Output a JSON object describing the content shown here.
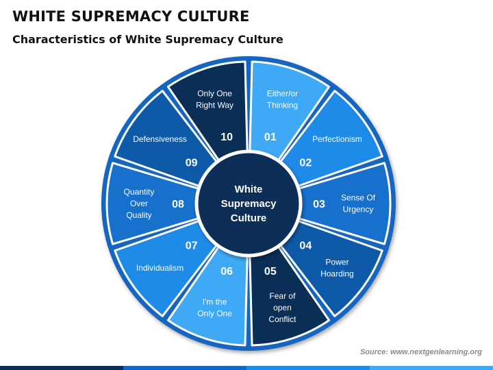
{
  "header": {
    "title": "WHITE SUPREMACY CULTURE",
    "subtitle": "Characteristics of White Supremacy Culture"
  },
  "diagram": {
    "center_label": [
      "White",
      "Supremacy",
      "Culture"
    ],
    "segments": [
      {
        "number": "01",
        "label": [
          "Either/or",
          "Thinking"
        ],
        "color": "#3fa9f5"
      },
      {
        "number": "02",
        "label": [
          "Perfectionism"
        ],
        "color": "#1f8be8"
      },
      {
        "number": "03",
        "label": [
          "Sense Of",
          "Urgency"
        ],
        "color": "#1670cc"
      },
      {
        "number": "04",
        "label": [
          "Power",
          "Hoarding"
        ],
        "color": "#0f5aa8"
      },
      {
        "number": "05",
        "label": [
          "Fear of",
          "open",
          "Conflict"
        ],
        "color": "#0b2e57"
      },
      {
        "number": "06",
        "label": [
          "I'm the",
          "Only One"
        ],
        "color": "#3fa9f5"
      },
      {
        "number": "07",
        "label": [
          "Individualism"
        ],
        "color": "#1f8be8"
      },
      {
        "number": "08",
        "label": [
          "Quantity",
          "Over",
          "Quality"
        ],
        "color": "#1670cc"
      },
      {
        "number": "09",
        "label": [
          "Defensiveness"
        ],
        "color": "#0f5aa8"
      },
      {
        "number": "10",
        "label": [
          "Only One",
          "Right Way"
        ],
        "color": "#0b2e57"
      }
    ]
  },
  "source": "Source: www.nextgenlearning.org",
  "colors": {
    "outer_ring": "#1565c0",
    "center": "#0b2e57",
    "footer": [
      "#0b2e57",
      "#1565c0",
      "#1f8be8",
      "#3fa9f5"
    ]
  }
}
